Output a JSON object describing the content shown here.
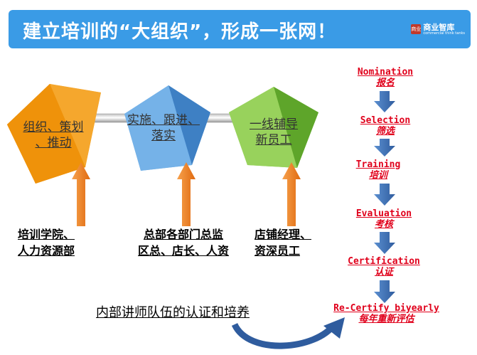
{
  "header": {
    "title": "建立培训的“大组织”，形成一张网！",
    "logo_mark": "商业",
    "logo_text": "商业智库",
    "logo_sub": "commercial think tanks"
  },
  "cubes": [
    {
      "label_lines": [
        "组织、策划",
        "、推动"
      ],
      "color": "#f29200"
    },
    {
      "label_lines": [
        "实施、跟进、",
        "落实"
      ],
      "color": "#4f96d6"
    },
    {
      "label_lines": [
        "一线辅导",
        "新员工"
      ],
      "color": "#7ac143"
    }
  ],
  "sources": [
    {
      "lines": [
        "培训学院、",
        "人力资源部"
      ]
    },
    {
      "lines": [
        "总部各部门总监",
        "区总、店长、人资"
      ]
    },
    {
      "lines": [
        "店铺经理、",
        "资深员工"
      ]
    }
  ],
  "bottom_label": "内部讲师队伍的认证和培养",
  "steps": [
    {
      "en": "Nomination",
      "zh": "报名"
    },
    {
      "en": "Selection",
      "zh": "筛选"
    },
    {
      "en": "Training",
      "zh": "培训"
    },
    {
      "en": "Evaluation",
      "zh": "考核"
    },
    {
      "en": "Certification",
      "zh": "认证"
    },
    {
      "en": "Re-Certify biyearly",
      "zh": "每年重新评估"
    }
  ],
  "colors": {
    "banner": "#3a9be6",
    "arrow_orange": "#f08020",
    "arrow_blue": "#3f6fb6",
    "step_text": "#e0001b"
  }
}
